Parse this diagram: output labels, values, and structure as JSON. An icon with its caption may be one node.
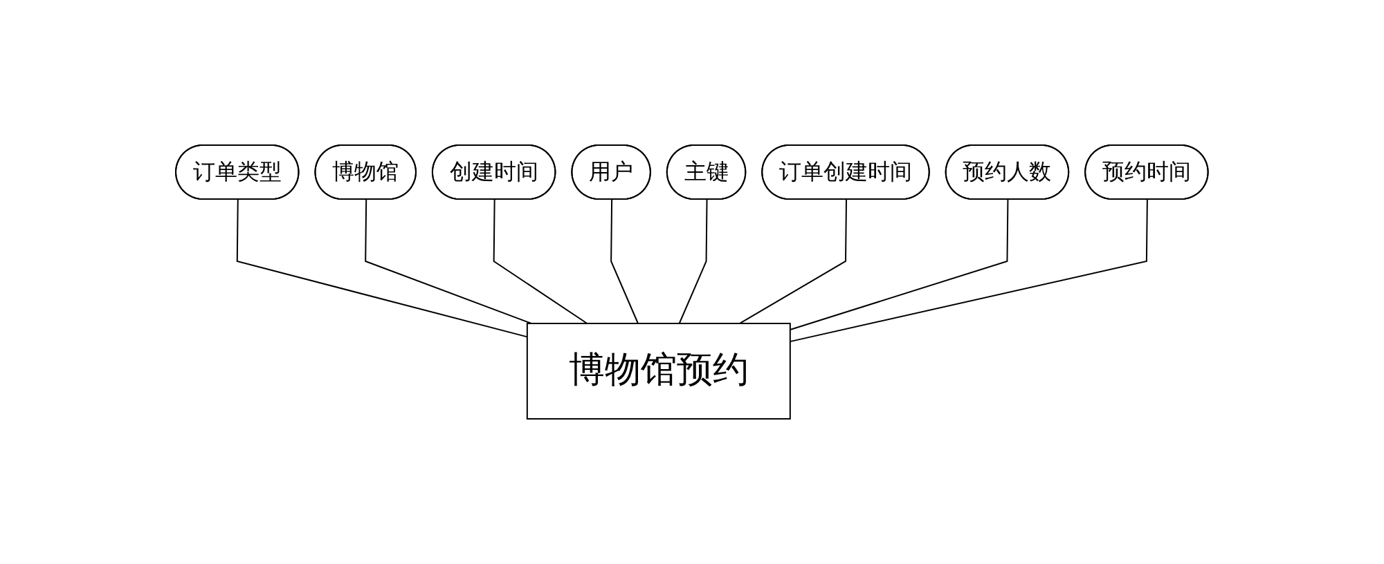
{
  "diagram": {
    "nodes": [
      {
        "text": [
          "订单类型"
        ]
      },
      {
        "text": [
          "博物馆"
        ]
      },
      {
        "text": [
          "创建时间"
        ]
      },
      {
        "text": [
          "用户"
        ]
      },
      {
        "text": [
          "主键"
        ]
      },
      {
        "text": [
          "订单创建时间"
        ]
      },
      {
        "text": [
          "预约人数"
        ]
      },
      {
        "text": [
          "预约时间"
        ]
      },
      {
        "text": [
          "博物馆预约"
        ]
      }
    ],
    "edges": [
      {
        "from": 0,
        "to": 8,
        "arrow": "none"
      },
      {
        "from": 1,
        "to": 8,
        "arrow": "none"
      },
      {
        "from": 2,
        "to": 8,
        "arrow": "none"
      },
      {
        "from": 3,
        "to": 8,
        "arrow": "none"
      },
      {
        "from": 4,
        "to": 8,
        "arrow": "none"
      },
      {
        "from": 5,
        "to": 8,
        "arrow": "none"
      },
      {
        "from": 6,
        "to": 8,
        "arrow": "none"
      },
      {
        "from": 7,
        "to": 8,
        "arrow": "none"
      }
    ]
  }
}
